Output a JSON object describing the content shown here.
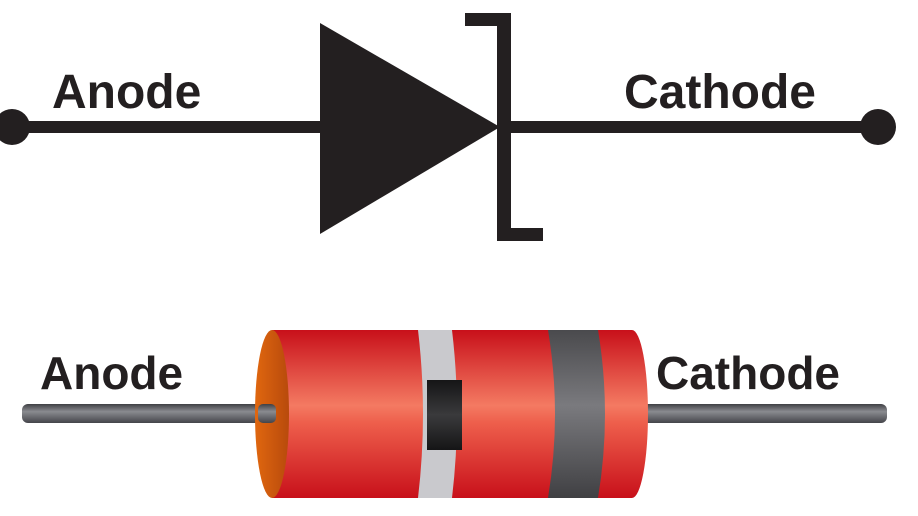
{
  "symbol": {
    "anode_label": "Anode",
    "cathode_label": "Cathode"
  },
  "component": {
    "anode_label": "Anode",
    "cathode_label": "Cathode"
  },
  "colors": {
    "ink": "#231f20",
    "body_red": "#d7141c",
    "body_highlight": "#f47a62",
    "end_cap": "#d2570e",
    "band_light": "#c9c9cd",
    "band_dark": "#555558",
    "band_black": "#1e1e20",
    "lead": "#5f6064"
  }
}
